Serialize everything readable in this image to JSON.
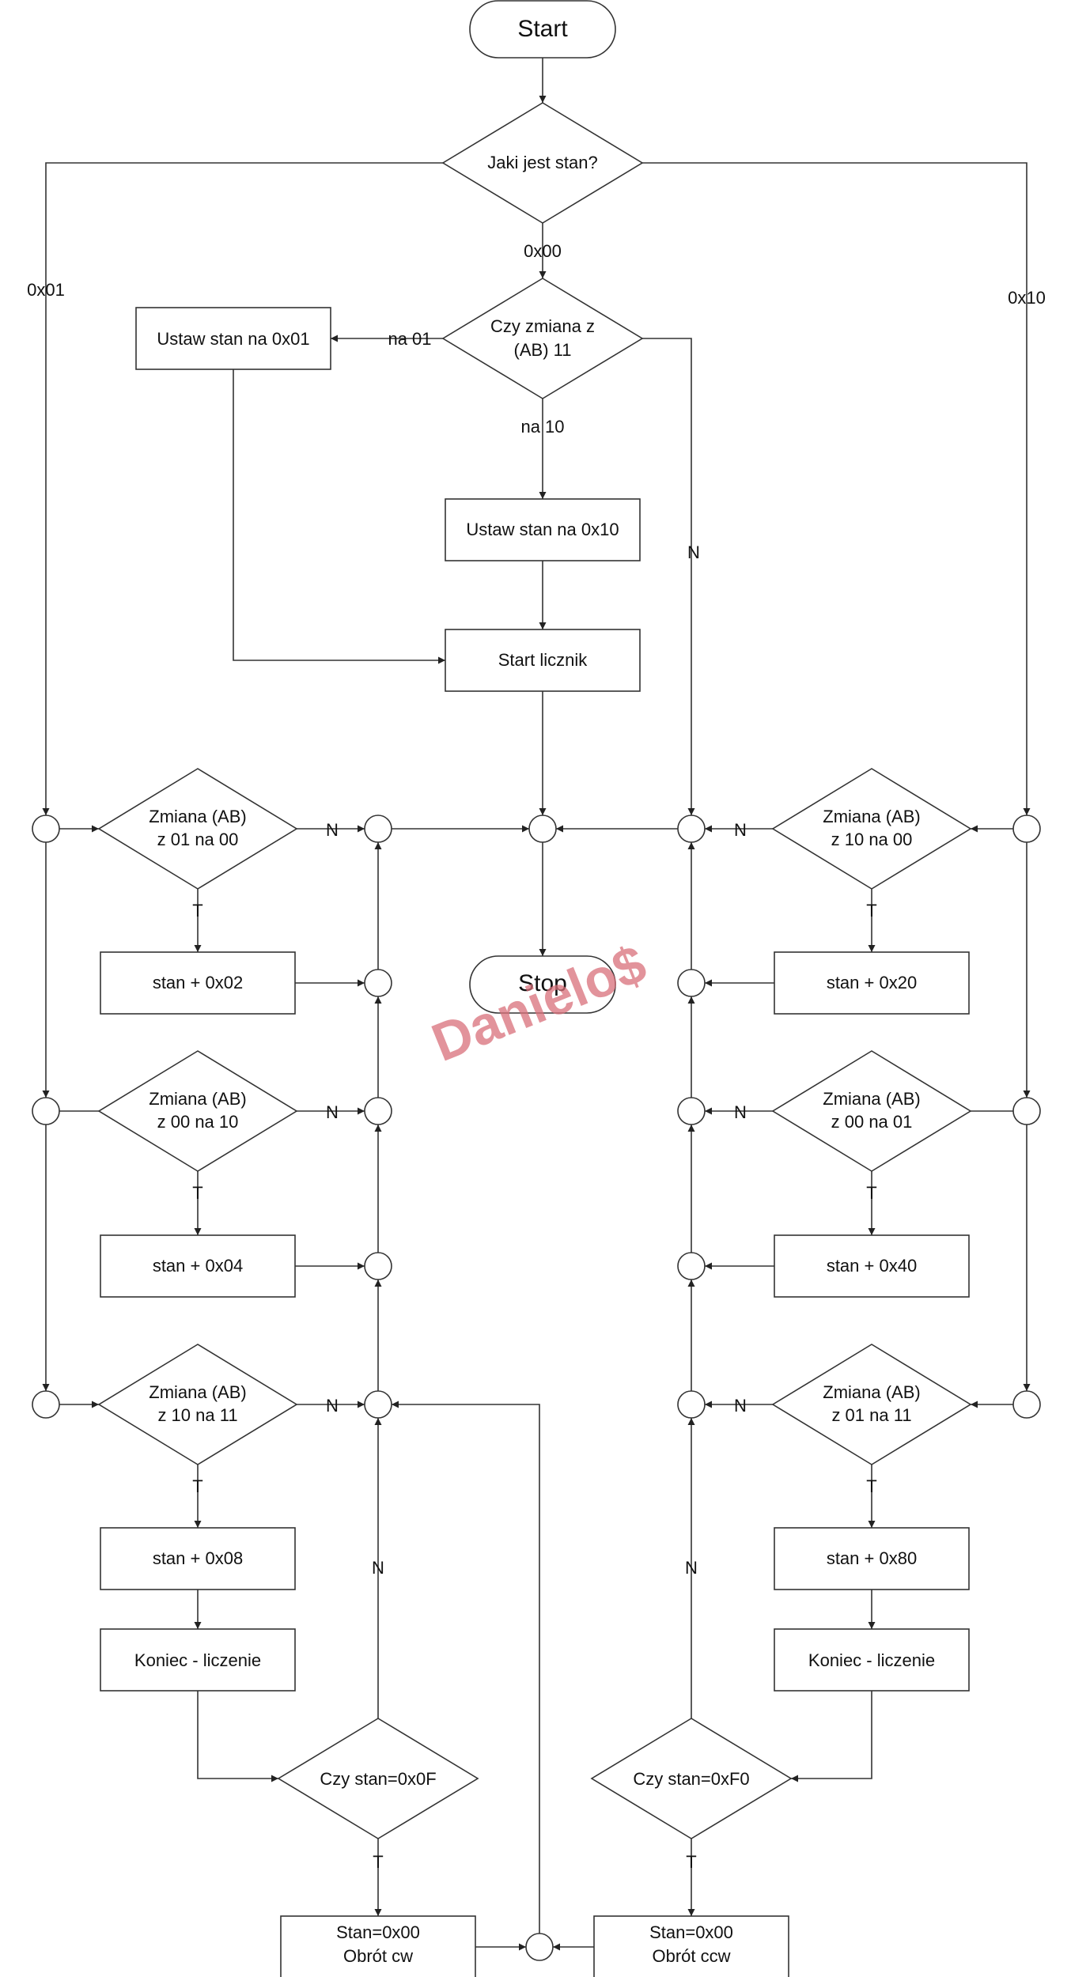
{
  "flowchart": {
    "terminals": {
      "start": "Start",
      "stop": "Stop"
    },
    "decisions": {
      "jaki_stan": "Jaki jest stan?",
      "czy_zmiana_1": "Czy zmiana z",
      "czy_zmiana_2": "(AB) 11",
      "zl1_1": "Zmiana (AB)",
      "zl1_2": "z 01 na 00",
      "zl2_1": "Zmiana (AB)",
      "zl2_2": "z 00 na 10",
      "zl3_1": "Zmiana (AB)",
      "zl3_2": "z 10 na 11",
      "zr1_1": "Zmiana (AB)",
      "zr1_2": "z 10 na 00",
      "zr2_1": "Zmiana (AB)",
      "zr2_2": "z 00 na 01",
      "zr3_1": "Zmiana (AB)",
      "zr3_2": "z 01 na 11",
      "czy_0f": "Czy stan=0x0F",
      "czy_f0": "Czy stan=0xF0"
    },
    "processes": {
      "ustaw_01": "Ustaw stan na 0x01",
      "ustaw_10": "Ustaw stan na 0x10",
      "start_licznik": "Start licznik",
      "stan_02": "stan + 0x02",
      "stan_04": "stan + 0x04",
      "stan_08": "stan + 0x08",
      "stan_20": "stan + 0x20",
      "stan_40": "stan + 0x40",
      "stan_80": "stan + 0x80",
      "koniec_l": "Koniec - liczenie",
      "koniec_r": "Koniec - liczenie",
      "cw_1": "Stan=0x00",
      "cw_2": "Obrót cw",
      "ccw_1": "Stan=0x00",
      "ccw_2": "Obrót ccw"
    },
    "edge_labels": {
      "e_0x00": "0x00",
      "e_0x01": "0x01",
      "e_0x10": "0x10",
      "e_na01": "na 01",
      "e_na10": "na 10",
      "e_N_top": "N",
      "e_N_l1": "N",
      "e_T_l1": "T",
      "e_N_l2": "N",
      "e_T_l2": "T",
      "e_N_l3": "N",
      "e_T_l3": "T",
      "e_N_r1": "N",
      "e_T_r1": "T",
      "e_N_r2": "N",
      "e_T_r2": "T",
      "e_N_r3": "N",
      "e_T_r3": "T",
      "e_N_0f": "N",
      "e_T_0f": "T",
      "e_N_f0": "N",
      "e_T_f0": "T"
    },
    "watermark": "Danielo$"
  }
}
